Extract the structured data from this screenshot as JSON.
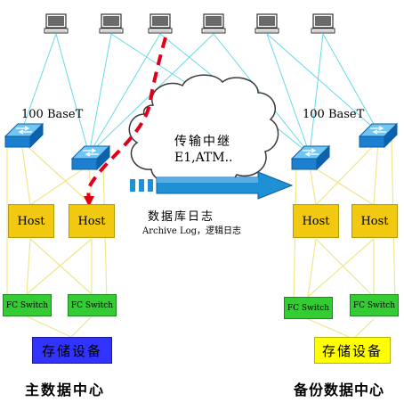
{
  "links_label_left": "100 BaseT",
  "links_label_right": "100 BaseT",
  "cloud": {
    "line1": "传输中继",
    "line2": "E1,ATM.."
  },
  "arrow_caption": {
    "line1": "数据库日志",
    "line2": "Archive Log，逻辑日志"
  },
  "left_site": {
    "hosts": [
      "Host",
      "Host"
    ],
    "fc_switches": [
      "FC Switch",
      "FC Switch"
    ],
    "storage": "存储设备",
    "caption": "主数据中心"
  },
  "right_site": {
    "hosts": [
      "Host",
      "Host"
    ],
    "fc_switches": [
      "FC Switch",
      "FC Switch"
    ],
    "storage": "存储设备",
    "caption": "备份数据中心"
  },
  "colors": {
    "link_line": "#66d9e8",
    "san_line": "#f0e68c",
    "host_fill": "#f2c911",
    "fc_fill": "#33cc33",
    "storage_left": "#3333ff",
    "storage_right": "#ffff00",
    "arrow": "#1e90d6",
    "path": "#e0001a"
  },
  "icons": [
    "workstation-icon",
    "ethernet-switch-icon",
    "cloud-shape",
    "red-dashed-path"
  ]
}
